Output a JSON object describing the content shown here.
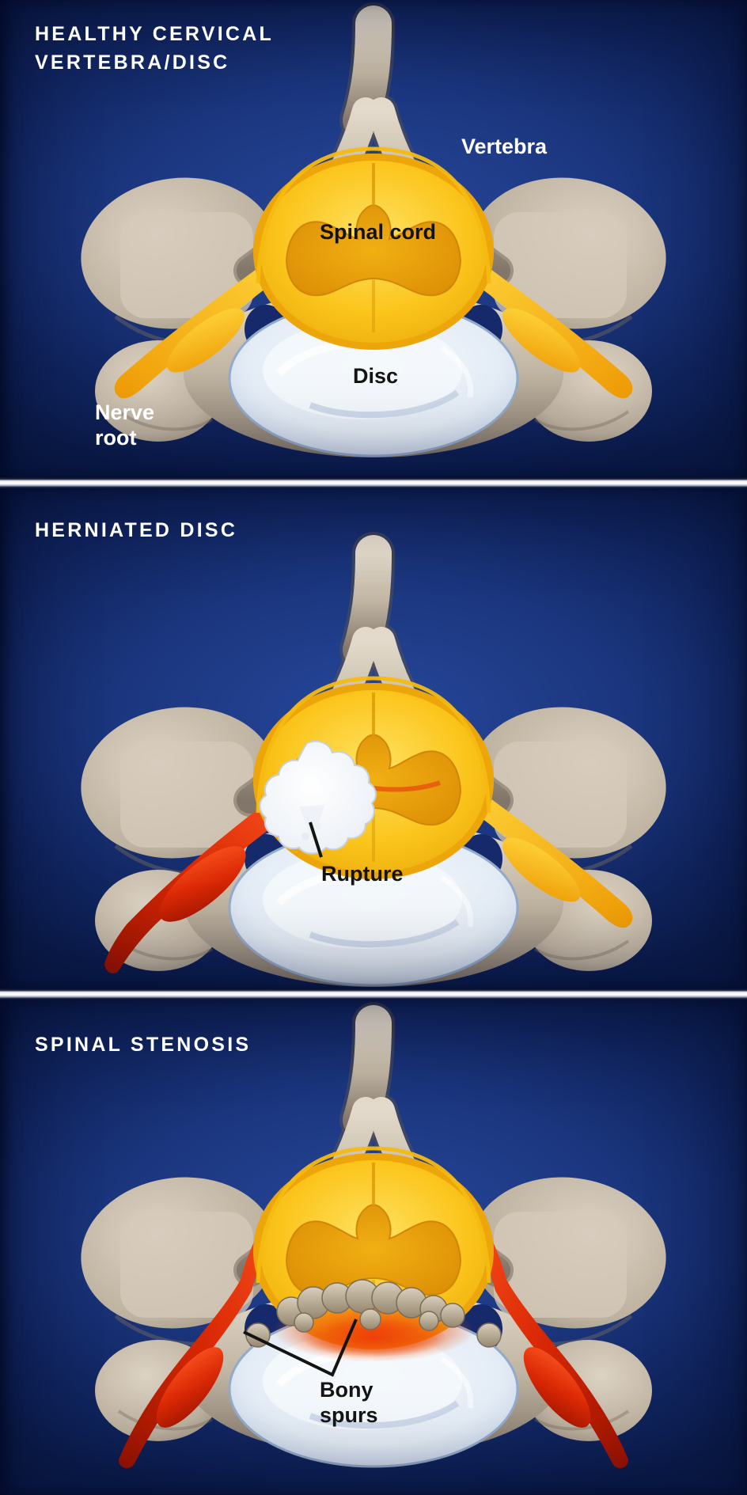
{
  "title": "Cervical vertebra and disc conditions diagram",
  "colors": {
    "background_center": "#27479b",
    "background_edge": "#0b1c4c",
    "bone_light": "#e3dacb",
    "bone_dark": "#82766a",
    "spinal_cord_yellow": "#fbc51c",
    "gray_matter_orange": "#d88903",
    "disc_blue": "#a9bcd8",
    "disc_core_white": "#f4f8fc",
    "nerve_healthy_yellow": "#ffd83e",
    "nerve_inflamed_red": "#dc2a06",
    "rupture_white": "#eef2f7",
    "divider_silver": "#eef0f2",
    "title_text": "#ffffff",
    "label_dark": "#141414",
    "label_light": "#ffffff"
  },
  "panels": [
    {
      "id": "healthy",
      "title": "HEALTHY CERVICAL\nVERTEBRA/DISC",
      "labels": {
        "vertebra": "Vertebra",
        "spinal_cord": "Spinal cord",
        "disc": "Disc",
        "nerve_root": "Nerve\nroot"
      }
    },
    {
      "id": "herniated",
      "title": "HERNIATED DISC",
      "labels": {
        "rupture": "Rupture"
      }
    },
    {
      "id": "stenosis",
      "title": "SPINAL STENOSIS",
      "labels": {
        "bony_spurs": "Bony\nspurs"
      }
    }
  ]
}
